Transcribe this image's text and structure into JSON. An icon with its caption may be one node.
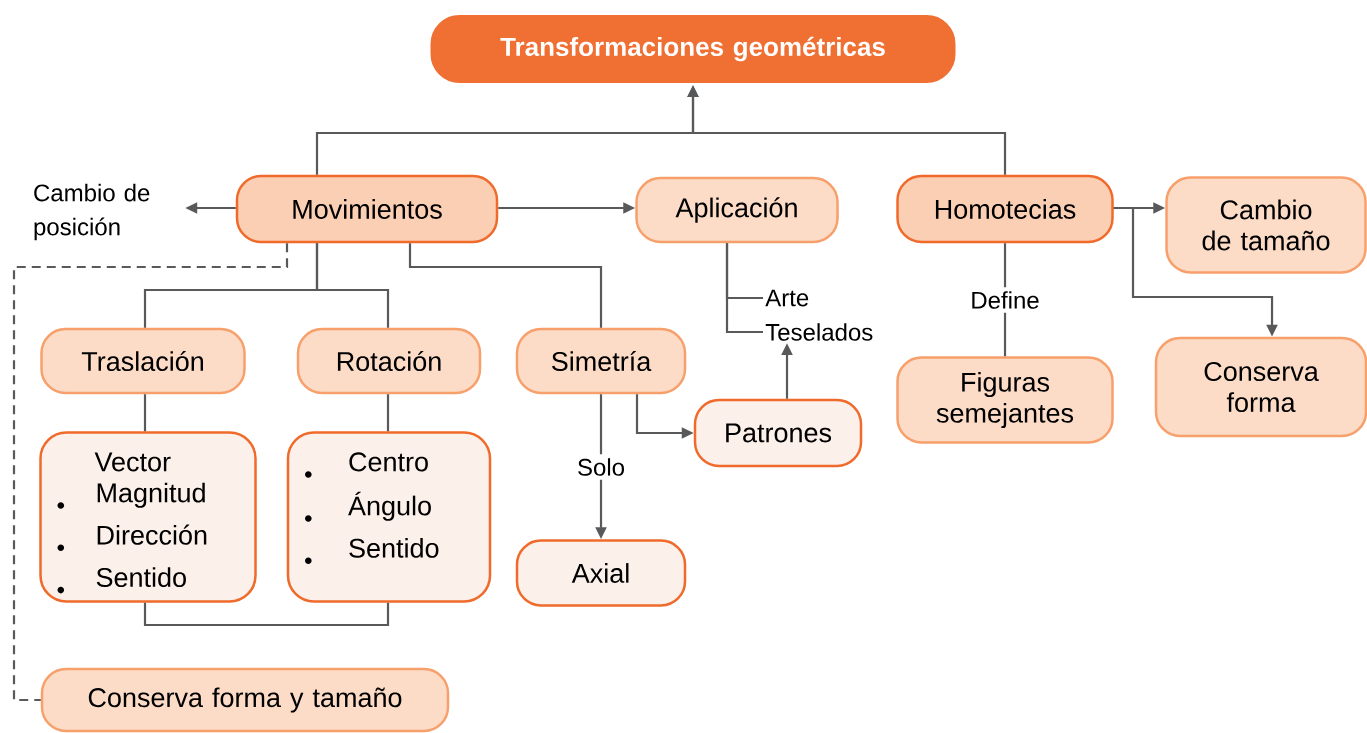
{
  "diagram": {
    "nodes": [
      {
        "text": [
          "Transformaciones geométricas"
        ]
      },
      {
        "text": [
          "Cambio de posición"
        ]
      },
      {
        "text": [
          "Movimientos"
        ]
      },
      {
        "text": [
          "Aplicación"
        ]
      },
      {
        "text": [
          "Homotecias"
        ]
      },
      {
        "text": [
          "Cambio de tamaño"
        ]
      },
      {
        "text": [
          "Traslación"
        ]
      },
      {
        "text": [
          "Rotación"
        ]
      },
      {
        "text": [
          "Simetría"
        ]
      },
      {
        "text": [
          "Arte"
        ]
      },
      {
        "text": [
          "Teselados"
        ]
      },
      {
        "text": [
          "Figuras semejantes"
        ]
      },
      {
        "text": [
          "Conserva forma"
        ]
      },
      {
        "text": [
          "Vector",
          "Magnitud",
          "Dirección",
          "Sentido"
        ]
      },
      {
        "text": [
          "Centro",
          "Ángulo",
          "Sentido"
        ]
      },
      {
        "text": [
          "Patrones"
        ]
      },
      {
        "text": [
          "Axial"
        ]
      },
      {
        "text": [
          "Conserva forma y tamaño"
        ]
      }
    ],
    "edges": [
      {
        "from": 2,
        "to": 0,
        "arrow": "to"
      },
      {
        "from": 4,
        "to": 0,
        "arrow": "to"
      },
      {
        "from": 2,
        "to": 1,
        "arrow": "to"
      },
      {
        "from": 2,
        "to": 3,
        "arrow": "to"
      },
      {
        "from": 2,
        "to": 6,
        "arrow": "none"
      },
      {
        "from": 2,
        "to": 7,
        "arrow": "none"
      },
      {
        "from": 2,
        "to": 8,
        "arrow": "none"
      },
      {
        "from": 2,
        "to": 17,
        "arrow": "none",
        "style": "dashed"
      },
      {
        "from": 6,
        "to": 13,
        "arrow": "none"
      },
      {
        "from": 7,
        "to": 14,
        "arrow": "none"
      },
      {
        "from": 13,
        "to": 14,
        "arrow": "none"
      },
      {
        "from": 8,
        "to": 16,
        "arrow": "to",
        "label": "Solo"
      },
      {
        "from": 8,
        "to": 15,
        "arrow": "to"
      },
      {
        "from": 3,
        "to": 9,
        "arrow": "none"
      },
      {
        "from": 3,
        "to": 10,
        "arrow": "none"
      },
      {
        "from": 15,
        "to": 10,
        "arrow": "to"
      },
      {
        "from": 4,
        "to": 11,
        "arrow": "none",
        "label": "Define"
      },
      {
        "from": 4,
        "to": 5,
        "arrow": "to"
      },
      {
        "from": 4,
        "to": 12,
        "arrow": "to"
      }
    ]
  }
}
